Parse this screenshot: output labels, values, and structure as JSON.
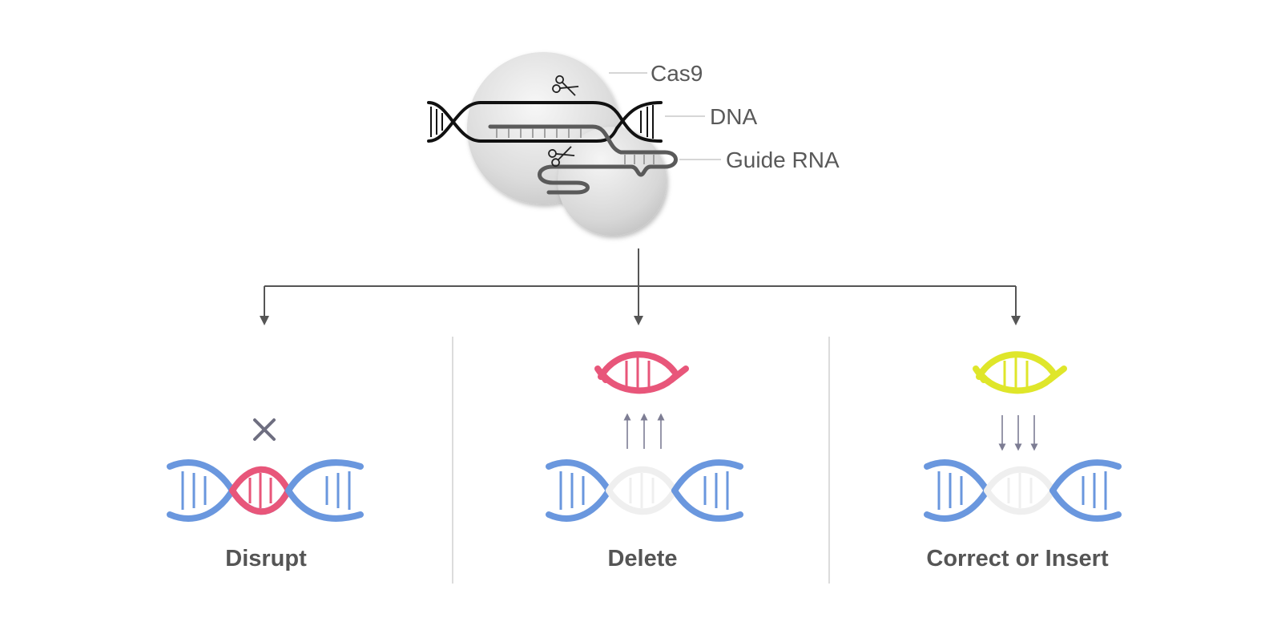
{
  "diagram": {
    "labels": {
      "cas9": "Cas9",
      "dna": "DNA",
      "guide_rna": "Guide RNA"
    },
    "outcomes": [
      {
        "label": "Disrupt"
      },
      {
        "label": "Delete"
      },
      {
        "label": "Correct or Insert"
      }
    ],
    "colors": {
      "blue_strand": "#6a97de",
      "red_strand": "#e8567a",
      "yellow_strand": "#dfe62a",
      "pale_strand": "#efefef",
      "arrow": "#555555",
      "small_arrow": "#7d7d94",
      "divider": "#cfcfcf",
      "black_strand": "#111111",
      "rna_strand": "#5a5a5a"
    },
    "icons": {
      "cut_tool": "scissors-icon",
      "disrupt_mark": "x-mark-icon"
    }
  }
}
